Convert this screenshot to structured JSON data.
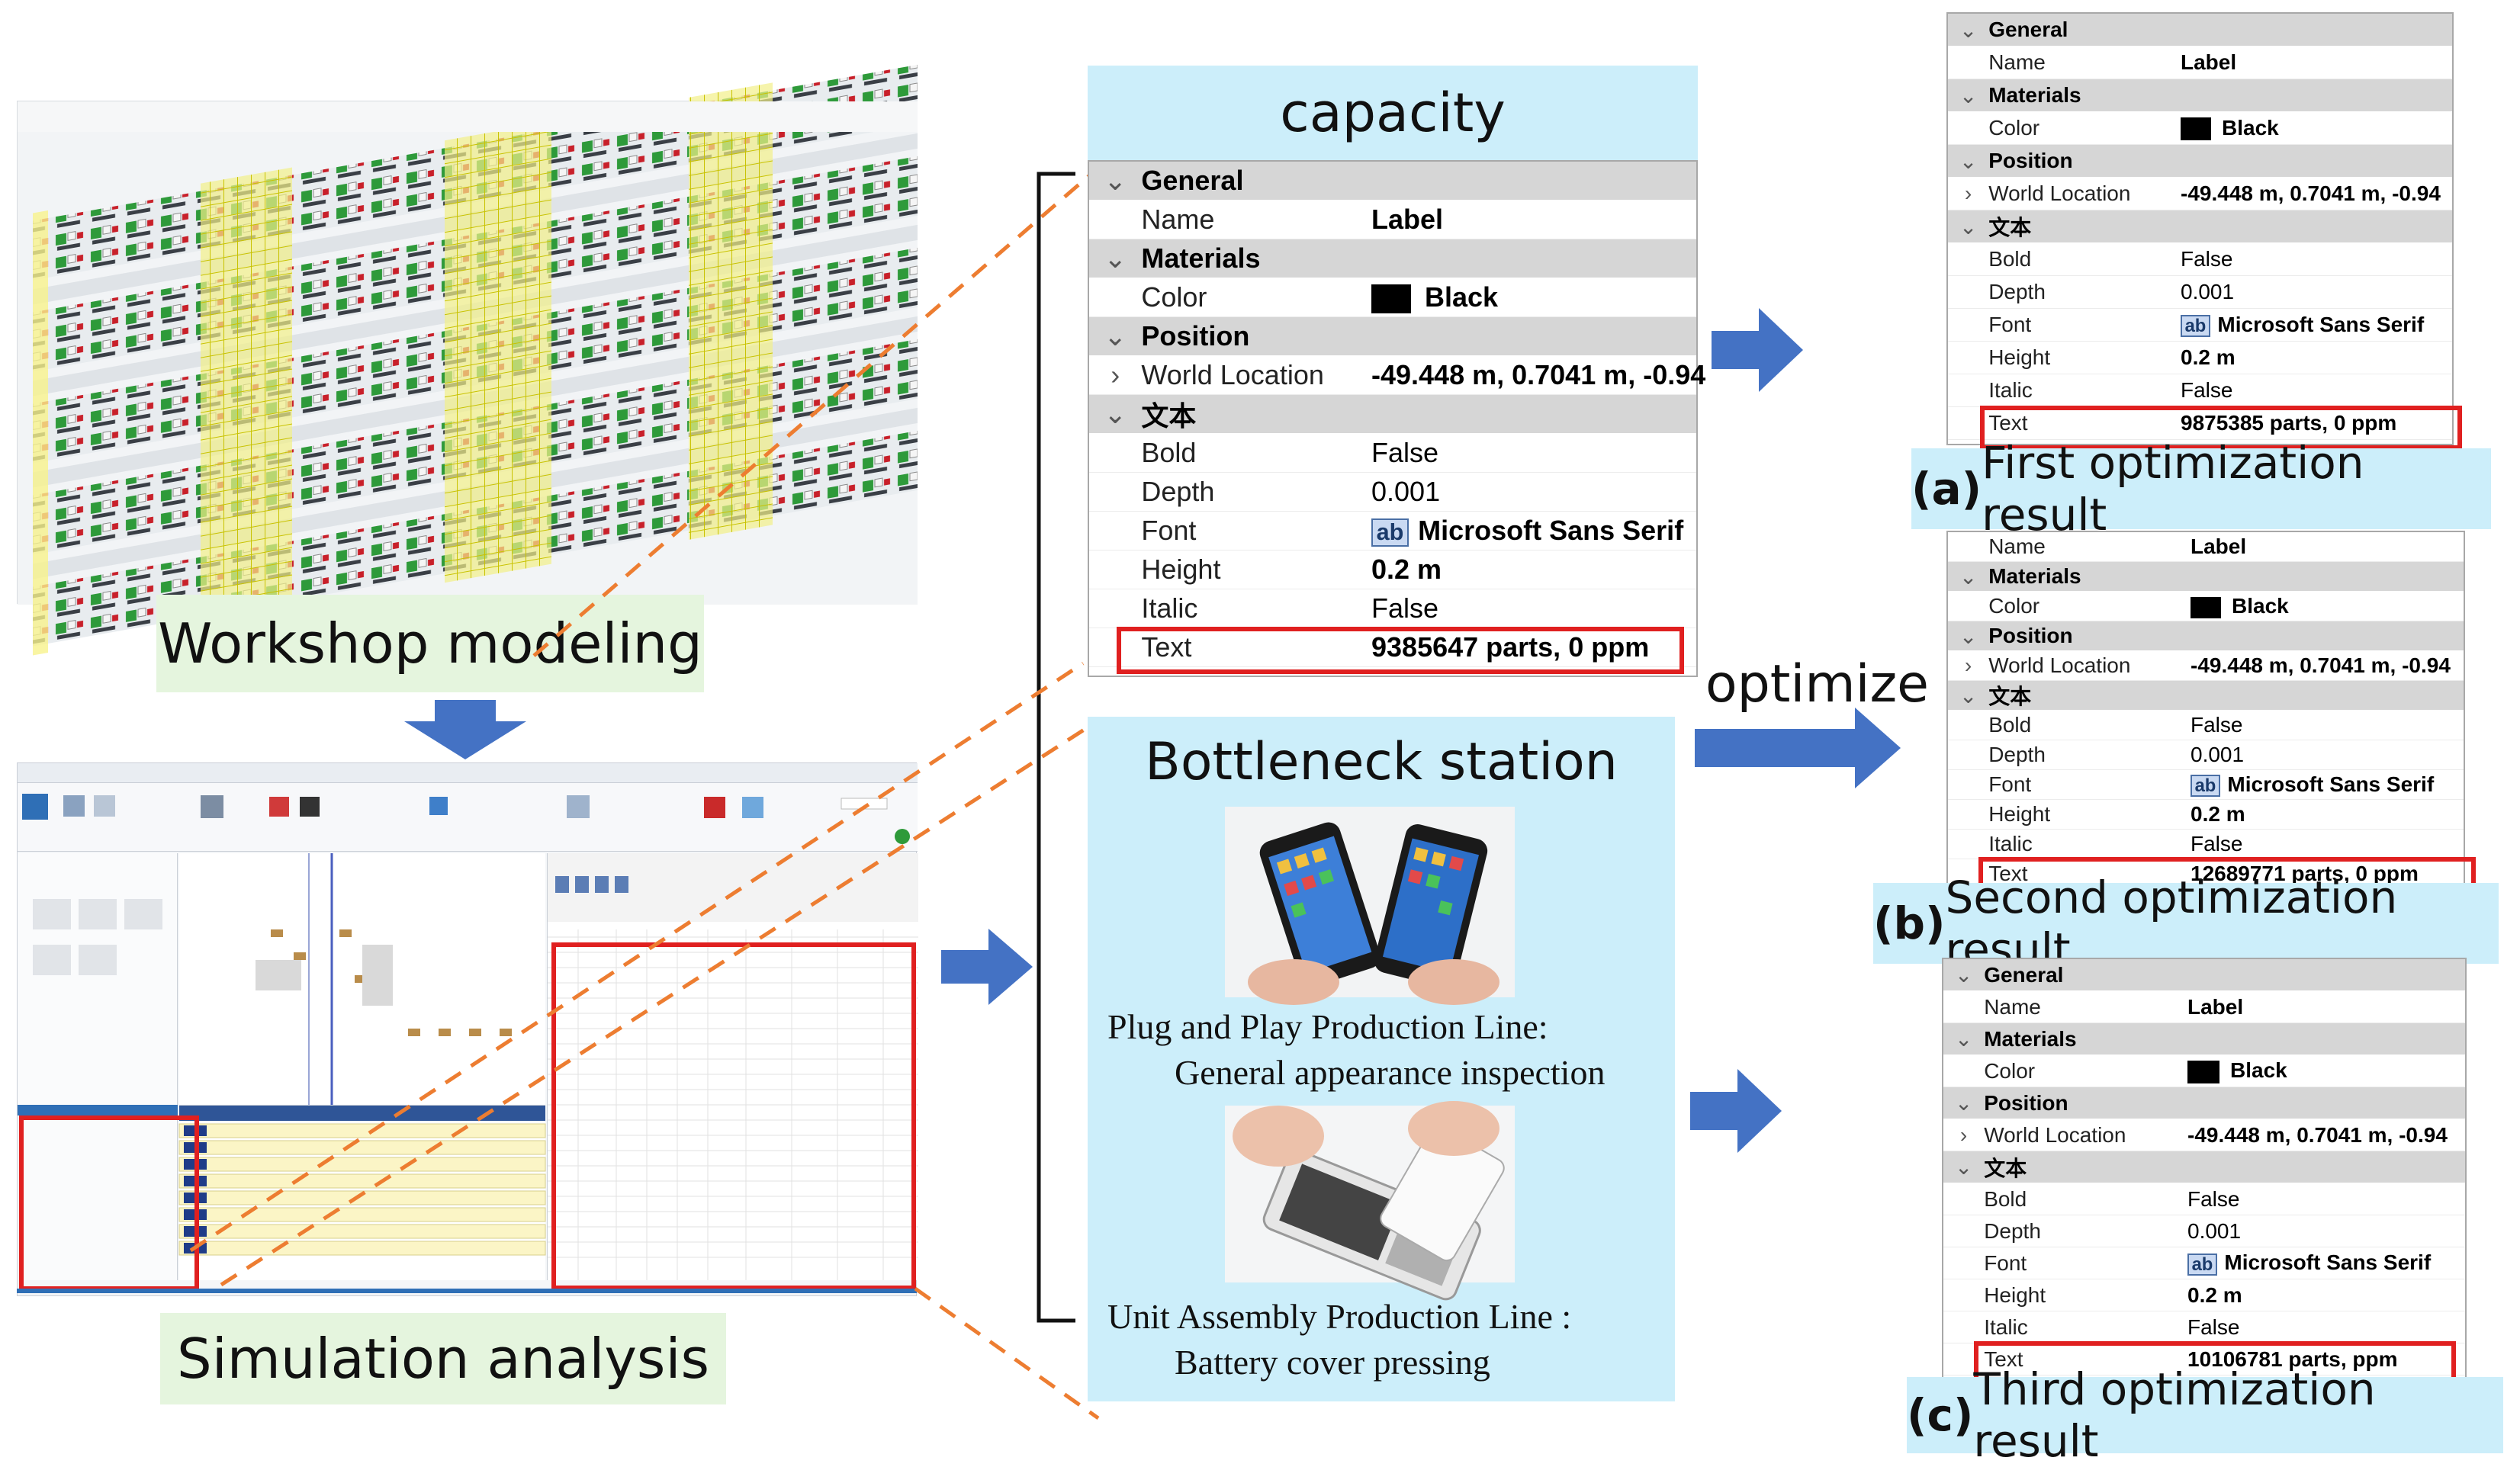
{
  "left": {
    "workshop_label": "Workshop modeling",
    "simulation_label": "Simulation analysis"
  },
  "capacity": {
    "title": "capacity",
    "sections": {
      "general": "General",
      "materials": "Materials",
      "position": "Position",
      "text_section": "文本"
    },
    "rows": {
      "name_label": "Name",
      "name_value": "Label",
      "color_label": "Color",
      "color_value": "Black",
      "world_label": "World Location",
      "world_value": "-49.448 m, 0.7041 m, -0.94",
      "bold_label": "Bold",
      "bold_value": "False",
      "depth_label": "Depth",
      "depth_value": "0.001",
      "font_label": "Font",
      "font_icon": "ab",
      "font_value": "Microsoft Sans Serif",
      "height_label": "Height",
      "height_value": "0.2 m",
      "italic_label": "Italic",
      "italic_value": "False",
      "text_label": "Text",
      "text_value": "9385647 parts, 0 ppm"
    }
  },
  "bottleneck": {
    "title": "Bottleneck station",
    "line1_title": "Plug and Play Production Line:",
    "line1_sub": "General appearance inspection",
    "line2_title": "Unit Assembly Production Line :",
    "line2_sub": "Battery cover pressing"
  },
  "optimize_label": "optimize",
  "results": [
    {
      "caption_letter": "(a)",
      "caption_text": "First optimization result",
      "general": "General",
      "name_label": "Name",
      "name_value": "Label",
      "materials": "Materials",
      "color_label": "Color",
      "color_value": "Black",
      "position": "Position",
      "world_label": "World Location",
      "world_value": "-49.448 m, 0.7041 m, -0.94",
      "text_section": "文本",
      "bold_label": "Bold",
      "bold_value": "False",
      "depth_label": "Depth",
      "depth_value": "0.001",
      "font_label": "Font",
      "font_icon": "ab",
      "font_value": "Microsoft Sans Serif",
      "height_label": "Height",
      "height_value": "0.2 m",
      "italic_label": "Italic",
      "italic_value": "False",
      "text_label": "Text",
      "text_value": "9875385 parts, 0 ppm"
    },
    {
      "caption_letter": "(b)",
      "caption_text": "Second optimization result",
      "name_label": "Name",
      "name_value": "Label",
      "materials": "Materials",
      "color_label": "Color",
      "color_value": "Black",
      "position": "Position",
      "world_label": "World Location",
      "world_value": "-49.448 m, 0.7041 m, -0.94",
      "text_section": "文本",
      "bold_label": "Bold",
      "bold_value": "False",
      "depth_label": "Depth",
      "depth_value": "0.001",
      "font_label": "Font",
      "font_icon": "ab",
      "font_value": "Microsoft Sans Serif",
      "height_label": "Height",
      "height_value": "0.2 m",
      "italic_label": "Italic",
      "italic_value": "False",
      "text_label": "Text",
      "text_value": "12689771 parts, 0 ppm"
    },
    {
      "caption_letter": "(c)",
      "caption_text": "Third optimization result",
      "general": "General",
      "name_label": "Name",
      "name_value": "Label",
      "materials": "Materials",
      "color_label": "Color",
      "color_value": "Black",
      "position": "Position",
      "world_label": "World Location",
      "world_value": "-49.448 m, 0.7041 m, -0.94",
      "text_section": "文本",
      "bold_label": "Bold",
      "bold_value": "False",
      "depth_label": "Depth",
      "depth_value": "0.001",
      "font_label": "Font",
      "font_icon": "ab",
      "font_value": "Microsoft Sans Serif",
      "height_label": "Height",
      "height_value": "0.2 m",
      "italic_label": "Italic",
      "italic_value": "False",
      "text_label": "Text",
      "text_value": "10106781 parts, ppm"
    }
  ],
  "colors": {
    "arrow": "#4472c4",
    "dash": "#ed7d31",
    "highlight": "#e02020",
    "caption_bg": "#cceefa",
    "label_bg": "#e5f5de"
  }
}
